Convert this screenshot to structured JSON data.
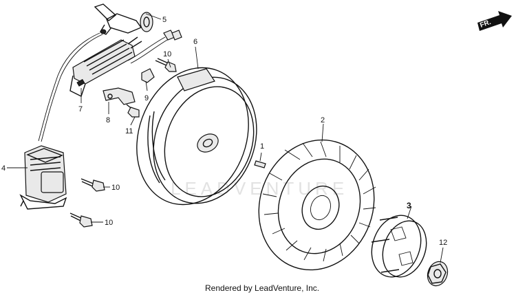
{
  "credit": "Rendered by LeadVenture, Inc.",
  "watermark": "LEADVENTURE",
  "direction_marker": "FR.",
  "callouts": [
    {
      "id": "c1",
      "text": "1"
    },
    {
      "id": "c2",
      "text": "2"
    },
    {
      "id": "c3",
      "text": "3"
    },
    {
      "id": "c4",
      "text": "4"
    },
    {
      "id": "c5",
      "text": "5"
    },
    {
      "id": "c6",
      "text": "6"
    },
    {
      "id": "c7",
      "text": "7"
    },
    {
      "id": "c8",
      "text": "8"
    },
    {
      "id": "c9",
      "text": "9"
    },
    {
      "id": "c10a",
      "text": "10"
    },
    {
      "id": "c10b",
      "text": "10"
    },
    {
      "id": "c10c",
      "text": "10"
    },
    {
      "id": "c11",
      "text": "11"
    },
    {
      "id": "c12",
      "text": "12"
    }
  ]
}
